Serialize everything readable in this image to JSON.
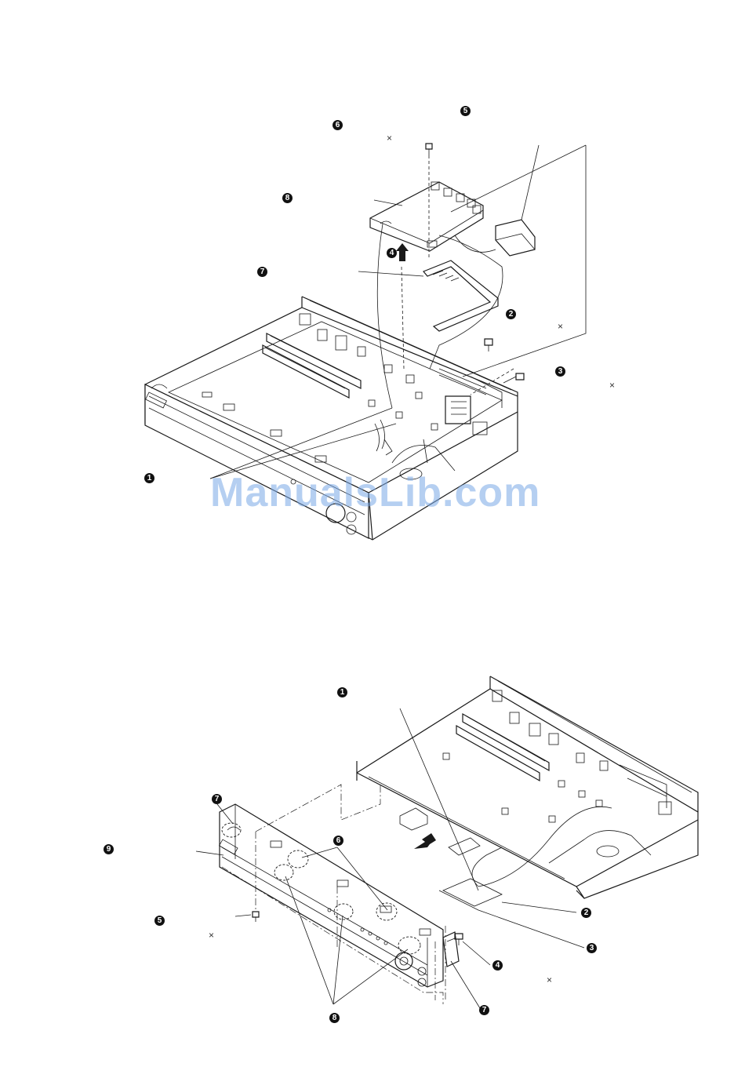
{
  "figures": [
    {
      "id": "top",
      "callouts": [
        "5",
        "6",
        "8",
        "4",
        "7",
        "2",
        "3",
        "1"
      ],
      "marks": [
        "×",
        "×",
        "×"
      ]
    },
    {
      "id": "bottom",
      "callouts": [
        "1",
        "7",
        "9",
        "6",
        "5",
        "2",
        "3",
        "4",
        "8",
        "7"
      ],
      "marks": [
        "×",
        "×"
      ]
    }
  ],
  "watermark": "ManualsLib.com"
}
